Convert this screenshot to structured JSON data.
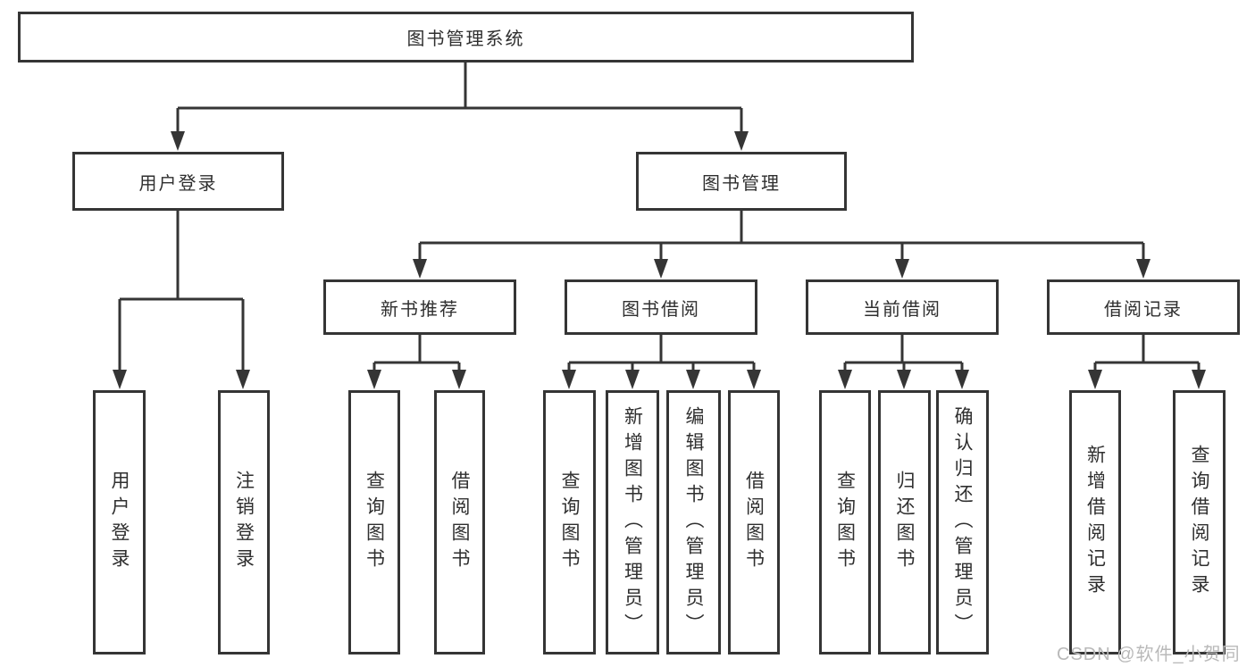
{
  "diagram": {
    "root_label": "图书管理系统",
    "level2": {
      "user_login": "用户登录",
      "book_management": "图书管理"
    },
    "level3": {
      "new_books": "新书推荐",
      "book_borrow": "图书借阅",
      "current_borrow": "当前借阅",
      "borrow_records": "借阅记录"
    },
    "leaves": {
      "user_login": [
        "用户登录",
        "注销登录"
      ],
      "new_books": [
        "查询图书",
        "借阅图书"
      ],
      "book_borrow": [
        "查询图书",
        "新增图书（管理员）",
        "编辑图书（管理员）",
        "借阅图书"
      ],
      "current_borrow": [
        "查询图书",
        "归还图书",
        "确认归还（管理员）"
      ],
      "borrow_records": [
        "新增借阅记录",
        "查询借阅记录"
      ]
    },
    "watermark": "CSDN @软件_小贺同学",
    "colors": {
      "line": "#353535",
      "box_border": "#353535",
      "text": "#2f2f2f",
      "watermark": "#b9b9b9",
      "background": "#ffffff"
    }
  }
}
